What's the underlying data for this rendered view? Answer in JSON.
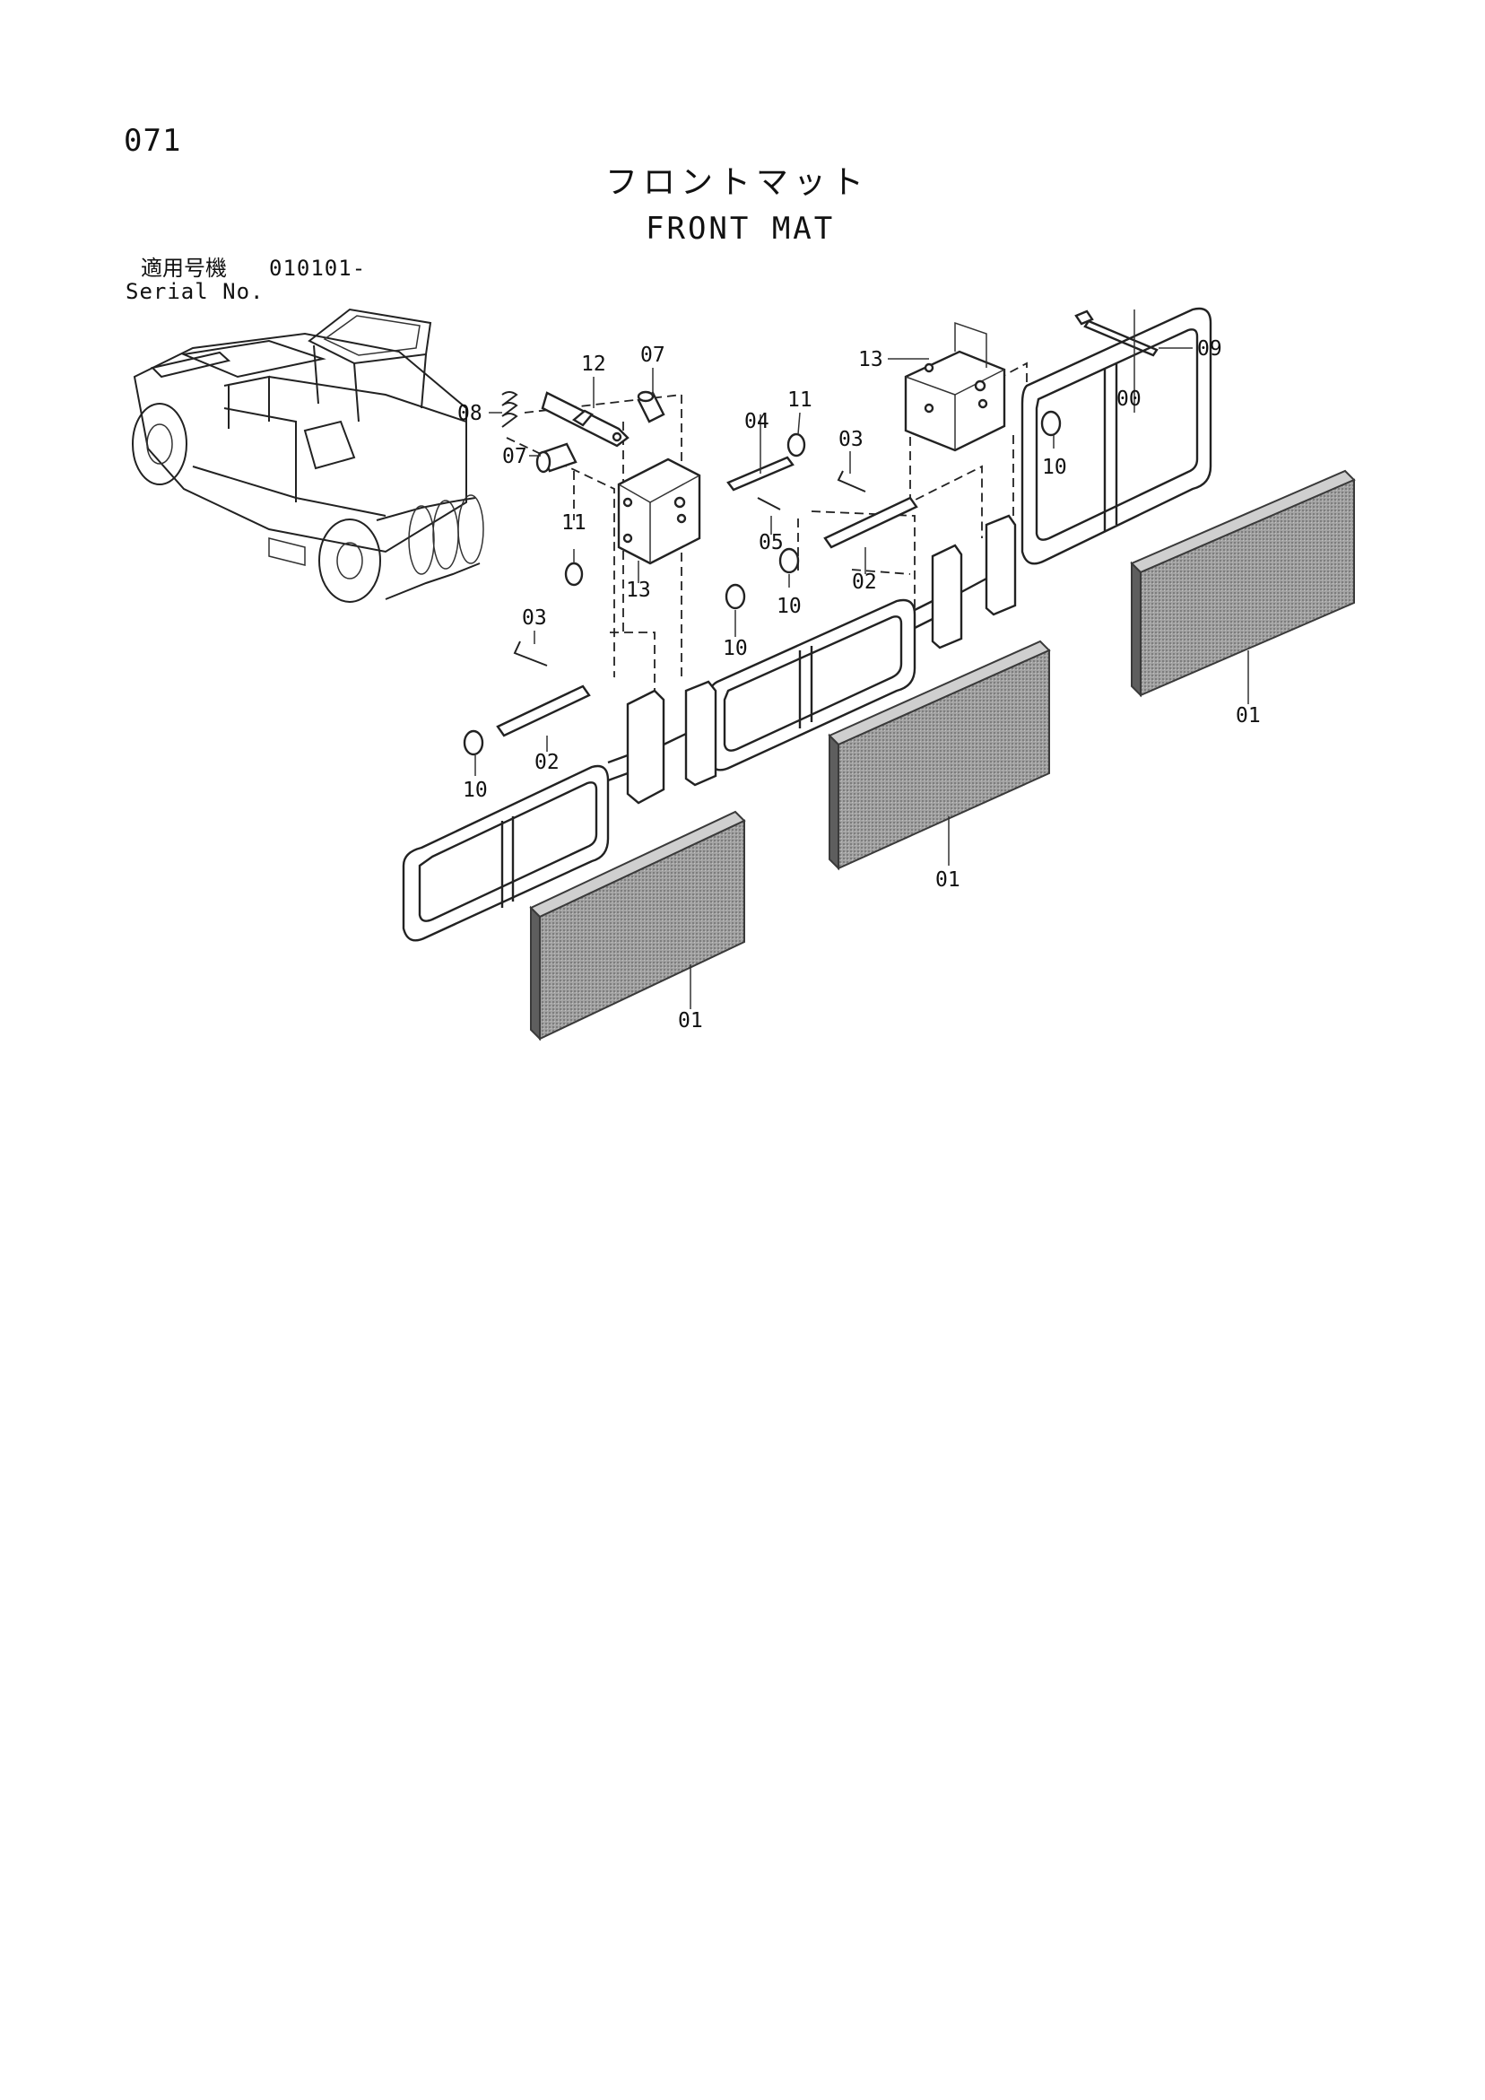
{
  "header": {
    "page_number": "071",
    "title_jp": "フロントマット",
    "title_en": "FRONT MAT",
    "serial_label_jp": "適用号機",
    "serial_value": "010101-",
    "serial_label_en": "Serial No."
  },
  "callouts": [
    {
      "id": "c-12a",
      "label": "12"
    },
    {
      "id": "c-07a",
      "label": "07"
    },
    {
      "id": "c-08",
      "label": "08"
    },
    {
      "id": "c-07b",
      "label": "07"
    },
    {
      "id": "c-04",
      "label": "04"
    },
    {
      "id": "c-11a",
      "label": "11"
    },
    {
      "id": "c-03a",
      "label": "03"
    },
    {
      "id": "c-13a",
      "label": "13"
    },
    {
      "id": "c-09",
      "label": "09"
    },
    {
      "id": "c-00",
      "label": "00"
    },
    {
      "id": "c-10a",
      "label": "10"
    },
    {
      "id": "c-11b",
      "label": "11"
    },
    {
      "id": "c-13b",
      "label": "13"
    },
    {
      "id": "c-05",
      "label": "05"
    },
    {
      "id": "c-02a",
      "label": "02"
    },
    {
      "id": "c-10b",
      "label": "10"
    },
    {
      "id": "c-10c",
      "label": "10"
    },
    {
      "id": "c-03b",
      "label": "03"
    },
    {
      "id": "c-02b",
      "label": "02"
    },
    {
      "id": "c-10d",
      "label": "10"
    },
    {
      "id": "c-01a",
      "label": "01"
    },
    {
      "id": "c-01b",
      "label": "01"
    },
    {
      "id": "c-01c",
      "label": "01"
    }
  ],
  "colors": {
    "line": "#222222",
    "mat_fill": "#9a9a9a",
    "mat_edge": "#3a3a3a",
    "background": "#ffffff"
  }
}
